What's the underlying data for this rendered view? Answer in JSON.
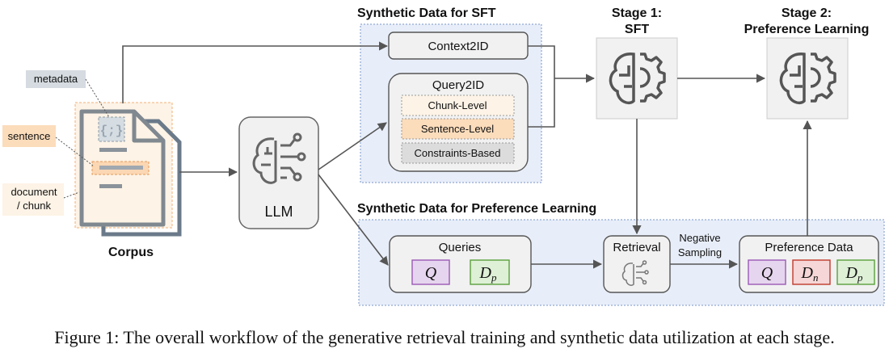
{
  "corpus": {
    "metadata_label": "metadata",
    "sentence_label": "sentence",
    "document_label_line1": "document",
    "document_label_line2": "/ chunk",
    "corpus_label": "Corpus"
  },
  "llm": {
    "label": "LLM"
  },
  "sft_section": {
    "title": "Synthetic Data for SFT",
    "context2id": "Context2ID",
    "query2id": "Query2ID",
    "chunk_level": "Chunk-Level",
    "sentence_level": "Sentence-Level",
    "constraints_based": "Constraints-Based"
  },
  "stage1": {
    "line1": "Stage 1:",
    "line2": "SFT"
  },
  "stage2": {
    "line1": "Stage 2:",
    "line2": "Preference Learning"
  },
  "pref_section": {
    "title": "Synthetic Data for Preference Learning",
    "queries": "Queries",
    "retrieval": "Retrieval",
    "negative_line1": "Negative",
    "negative_line2": "Sampling",
    "preference_data": "Preference Data",
    "q": "Q",
    "d": "D",
    "p_sub": "p",
    "n_sub": "n"
  },
  "caption": "Figure 1: The overall workflow of the generative retrieval training and synthetic data utilization at each stage.",
  "colors": {
    "section_bg": "#e8eef9",
    "section_border": "#7a95c8",
    "chunk_fill": "#fdf3e6",
    "sentence_fill": "#fbdcbb",
    "constraints_fill": "#dcdcdc",
    "q_fill": "#e6d5ee",
    "q_border": "#9b59b6",
    "dp_fill": "#def0d6",
    "dp_border": "#5aa13c",
    "dn_fill": "#f6d6d6",
    "dn_border": "#c0392b"
  }
}
